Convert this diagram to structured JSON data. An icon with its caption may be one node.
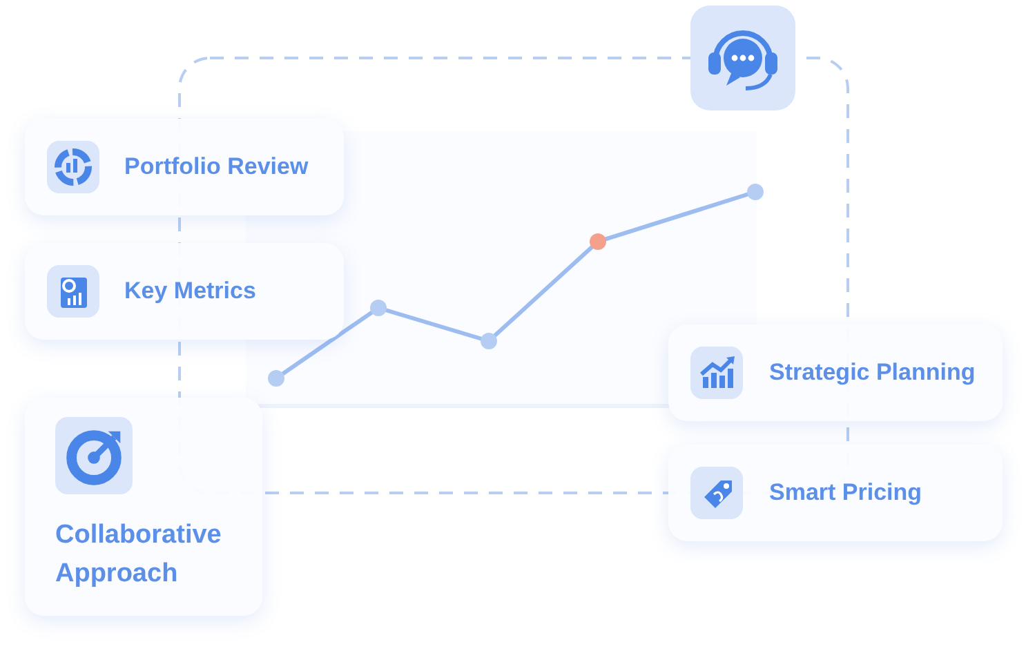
{
  "diagram": {
    "nodes": [
      {
        "text": [
          "Portfolio Review"
        ]
      },
      {
        "text": [
          "Key Metrics"
        ]
      },
      {
        "text": [
          "Collaborative Approach"
        ]
      },
      {
        "text": [
          "Strategic Planning"
        ]
      },
      {
        "text": [
          "Smart Pricing"
        ]
      }
    ]
  }
}
